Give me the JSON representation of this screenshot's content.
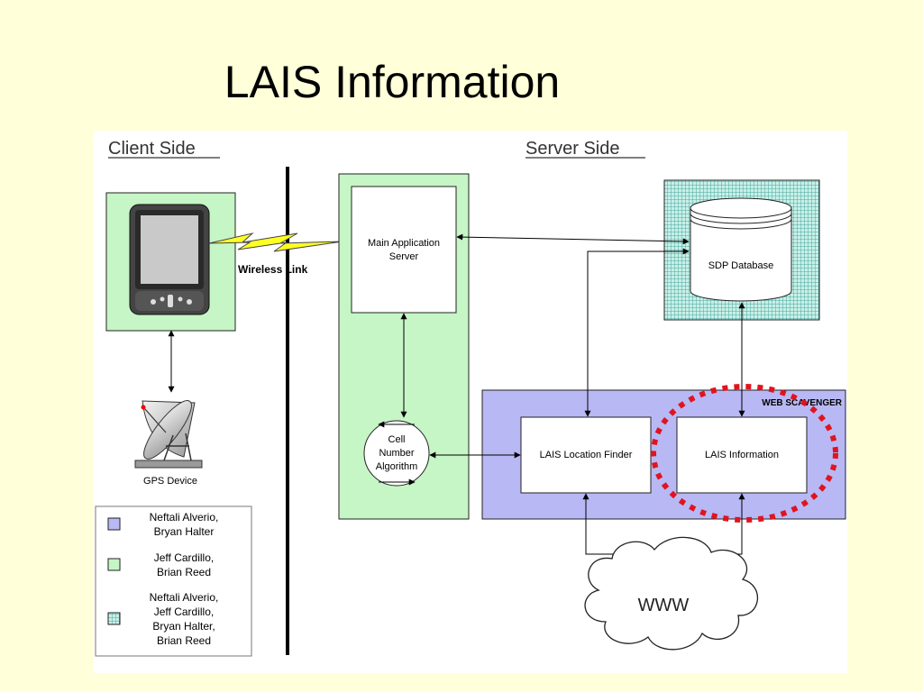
{
  "slide": {
    "title": "LAIS Information"
  },
  "diagram": {
    "client_side_label": "Client Side",
    "server_side_label": "Server Side",
    "wireless_link_label": "Wireless Link",
    "main_app_server_lines": [
      "Main Application",
      "Server"
    ],
    "sdp_database_label": "SDP Database",
    "web_scavenger_label": "WEB SCAVENGER",
    "lais_location_finder_label": "LAIS Location Finder",
    "lais_information_label": "LAIS Information",
    "cell_number_lines": [
      "Cell",
      "Number",
      "Algorithm"
    ],
    "gps_device_label": "GPS Device",
    "www_label": "WWW"
  },
  "legend": {
    "items": [
      {
        "swatch": "purple",
        "lines": [
          "Neftali Alverio,",
          "Bryan Halter"
        ]
      },
      {
        "swatch": "green",
        "lines": [
          "Jeff Cardillo,",
          "Brian Reed"
        ]
      },
      {
        "swatch": "hatched",
        "lines": [
          "Neftali Alverio,",
          "Jeff Cardillo,",
          "Bryan Halter,",
          "Brian Reed"
        ]
      }
    ]
  },
  "colors": {
    "background": "#ffffd9",
    "green_region": "#c6f5c6",
    "purple_region": "#b8b8f4",
    "highlight_dots": "#e0141e",
    "bolt": "#ffff22"
  }
}
